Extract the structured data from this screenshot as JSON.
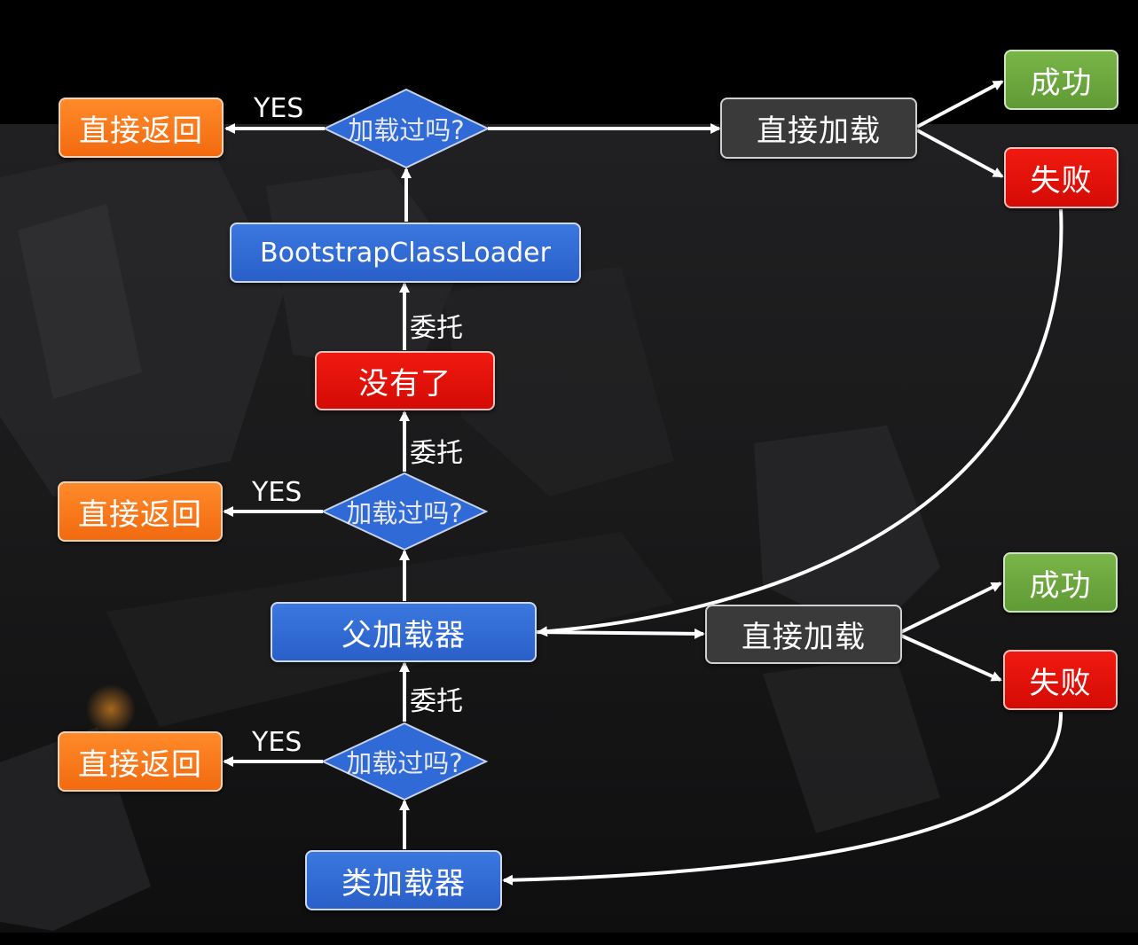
{
  "diagram": {
    "bootstrap_loader": "BootstrapClassLoader",
    "parent_loader": "父加载器",
    "class_loader": "类加载器",
    "none_left": "没有了",
    "question": "加载过吗?",
    "yes": "YES",
    "delegate": "委托",
    "return_direct": "直接返回",
    "load_direct": "直接加载",
    "success": "成功",
    "fail": "失败"
  },
  "colors": {
    "blue": "#2f6ad6",
    "orange": "#f57a1b",
    "red": "#e8140c",
    "green": "#6aa63d",
    "dark": "#3a3a3a",
    "arrow": "#ffffff"
  }
}
